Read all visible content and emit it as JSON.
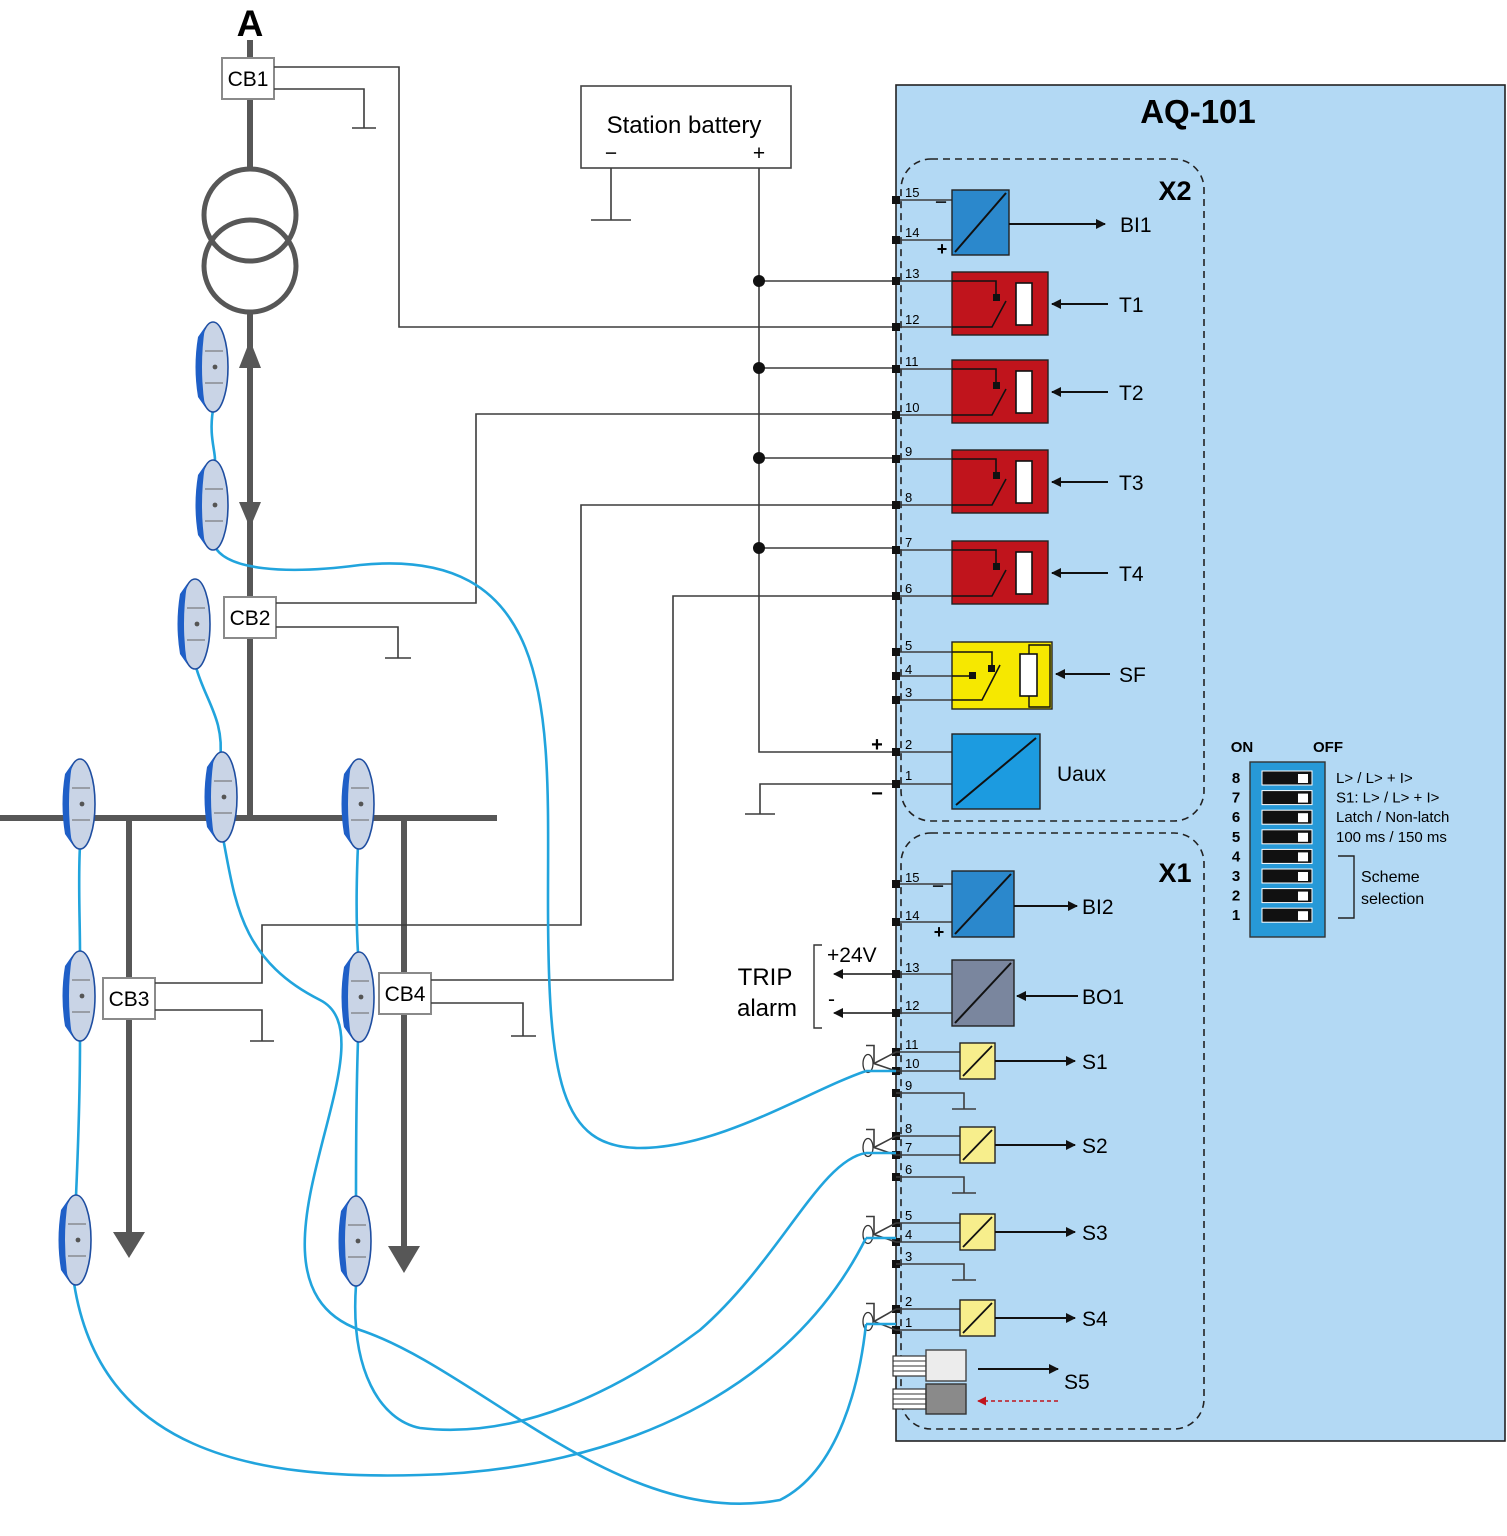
{
  "colors": {
    "device_bg": "#b3d9f4",
    "fiber": "#21a4dd",
    "binary_input": "#2b88cc",
    "trip_relay": "#c0141c",
    "sf_relay": "#f6e800",
    "uaux": "#1c9be0",
    "bo": "#7a869e",
    "sensor_in": "#f7ee8c",
    "dip_body": "#2799d7"
  },
  "source": {
    "label": "A"
  },
  "breakers": [
    {
      "id": "cb1",
      "label": "CB1"
    },
    {
      "id": "cb2",
      "label": "CB2"
    },
    {
      "id": "cb3",
      "label": "CB3"
    },
    {
      "id": "cb4",
      "label": "CB4"
    }
  ],
  "battery": {
    "title": "Station battery",
    "minus": "−",
    "plus": "+"
  },
  "device": {
    "title": "AQ-101"
  },
  "x2": {
    "label": "X2",
    "bi1": {
      "label": "BI1",
      "pins": [
        "15",
        "14"
      ],
      "minus": "−",
      "plus": "+"
    },
    "trips": [
      {
        "label": "T1",
        "pins": [
          "13",
          "12"
        ]
      },
      {
        "label": "T2",
        "pins": [
          "11",
          "10"
        ]
      },
      {
        "label": "T3",
        "pins": [
          "9",
          "8"
        ]
      },
      {
        "label": "T4",
        "pins": [
          "7",
          "6"
        ]
      }
    ],
    "sf": {
      "label": "SF",
      "pins": [
        "5",
        "4",
        "3"
      ]
    },
    "uaux": {
      "label": "Uaux",
      "pins": [
        "2",
        "1"
      ],
      "plus": "+",
      "minus": "−"
    }
  },
  "x1": {
    "label": "X1",
    "bi2": {
      "label": "BI2",
      "pins": [
        "15",
        "14"
      ],
      "minus": "−",
      "plus": "+"
    },
    "bo1": {
      "label": "BO1",
      "pins": [
        "13",
        "12"
      ]
    },
    "trip_alarm": {
      "line1": "TRIP",
      "line2": "alarm",
      "plus24": "+24V",
      "minus": "-"
    },
    "sensors": [
      {
        "label": "S1",
        "pins": [
          "11",
          "10",
          "9"
        ]
      },
      {
        "label": "S2",
        "pins": [
          "8",
          "7",
          "6"
        ]
      },
      {
        "label": "S3",
        "pins": [
          "5",
          "4",
          "3"
        ]
      },
      {
        "label": "S4",
        "pins": [
          "2",
          "1"
        ]
      }
    ],
    "s5": {
      "label": "S5"
    }
  },
  "dip": {
    "on": "ON",
    "off": "OFF",
    "numbers": [
      "8",
      "7",
      "6",
      "5",
      "4",
      "3",
      "2",
      "1"
    ],
    "descriptions": [
      "L> / L> + I>",
      "S1: L> / L> + I>",
      "Latch / Non-latch",
      "100 ms / 150 ms"
    ],
    "scheme_line1": "Scheme",
    "scheme_line2": "selection"
  }
}
